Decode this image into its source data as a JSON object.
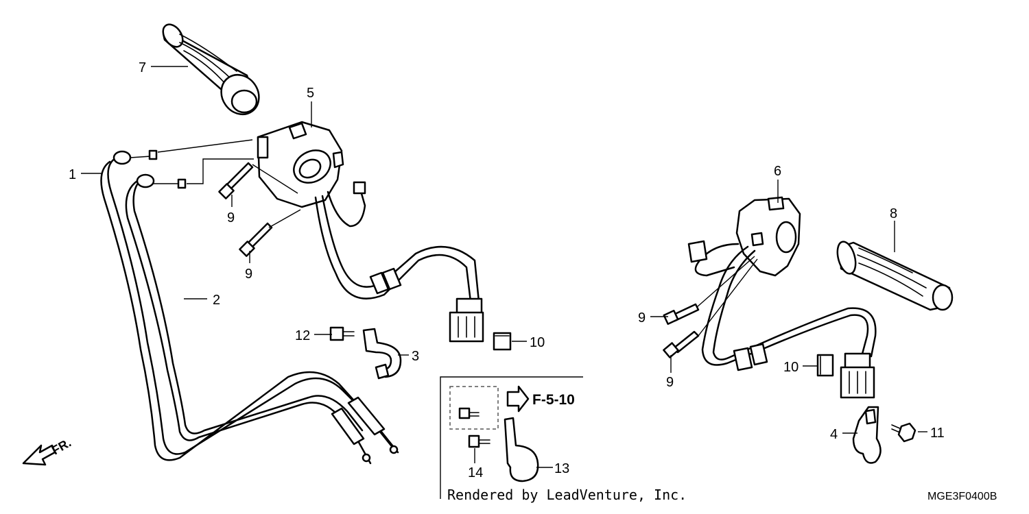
{
  "callouts": {
    "c1": "1",
    "c2": "2",
    "c3": "3",
    "c4": "4",
    "c5": "5",
    "c6": "6",
    "c7": "7",
    "c8": "8",
    "c9a": "9",
    "c9b": "9",
    "c9c": "9",
    "c9d": "9",
    "c10a": "10",
    "c10b": "10",
    "c11": "11",
    "c12": "12",
    "c13": "13",
    "c14": "14"
  },
  "reference": "F-5-10",
  "direction_label": "FR.",
  "caption": "Rendered by LeadVenture, Inc.",
  "diagram_code": "MGE3F0400B"
}
